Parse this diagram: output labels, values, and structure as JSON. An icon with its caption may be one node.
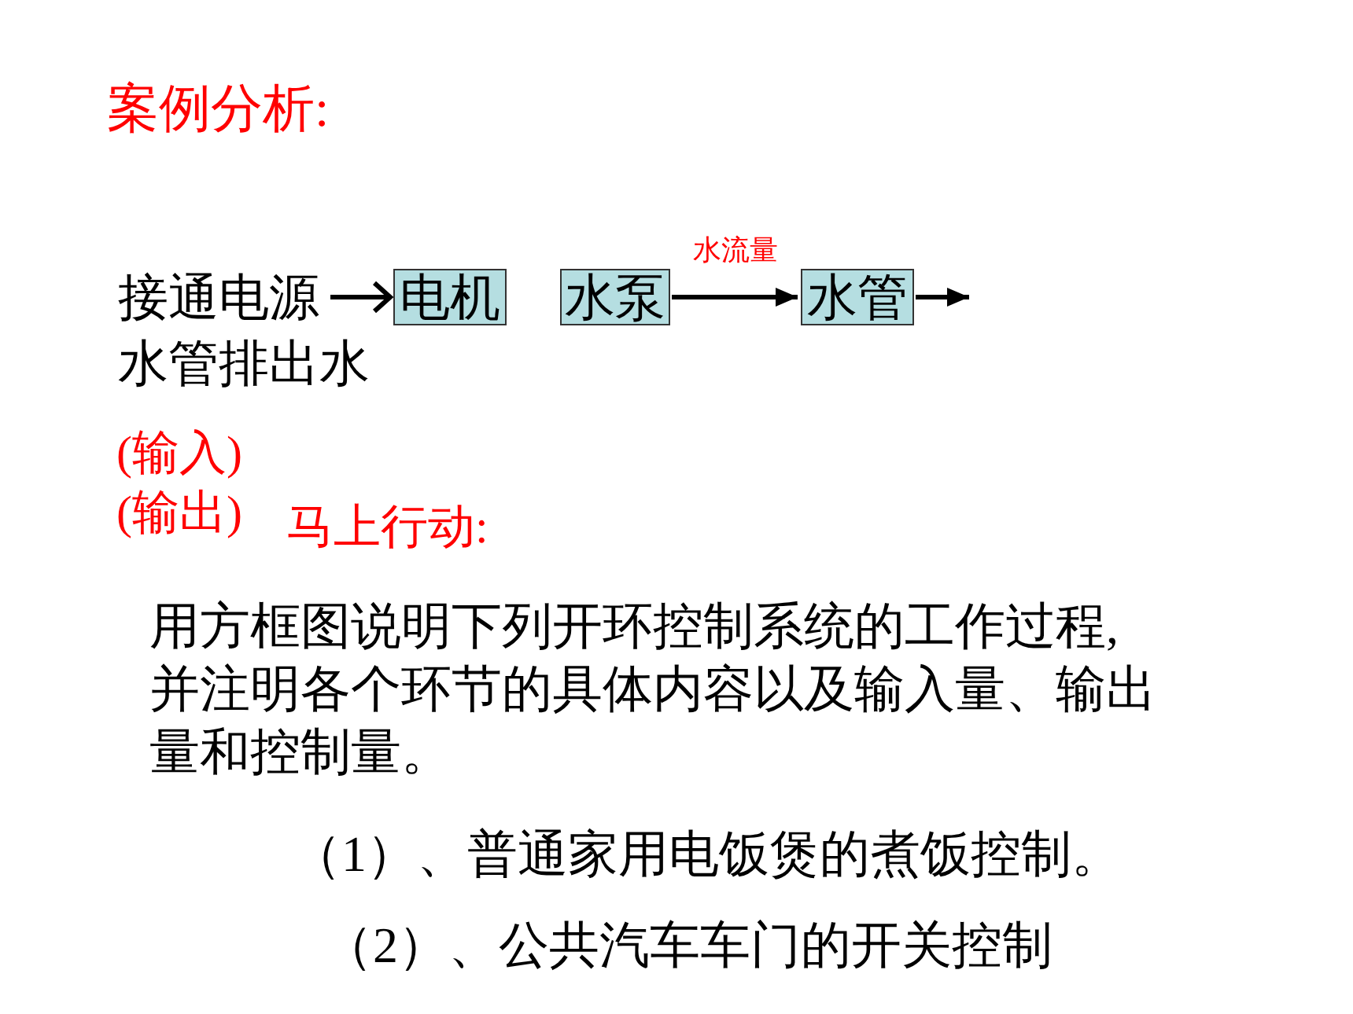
{
  "diagram": {
    "title": "案例分析:",
    "nodes": [
      {
        "text": [
          "接通电源"
        ]
      },
      {
        "text": [
          "电机"
        ]
      },
      {
        "text": [
          "水泵"
        ]
      },
      {
        "text": [
          "水管"
        ]
      }
    ],
    "edges": [
      {
        "from": 0,
        "to": 1,
        "arrow": "to"
      },
      {
        "from": 2,
        "to": 3,
        "arrow": "to",
        "label": "水流量"
      },
      {
        "from": 3,
        "to": null,
        "arrow": "to"
      }
    ],
    "labels": [
      "水管排出水",
      "(输入)",
      "(输出)",
      "马上行动:",
      "用方框图说明下列开环控制系统的工作过程,并注明各个环节的具体内容以及输入量、输出量和控制量。",
      "（1）、普通家用电饭煲的煮饭控制。",
      "（2）、公共汽车车门的开关控制"
    ]
  }
}
